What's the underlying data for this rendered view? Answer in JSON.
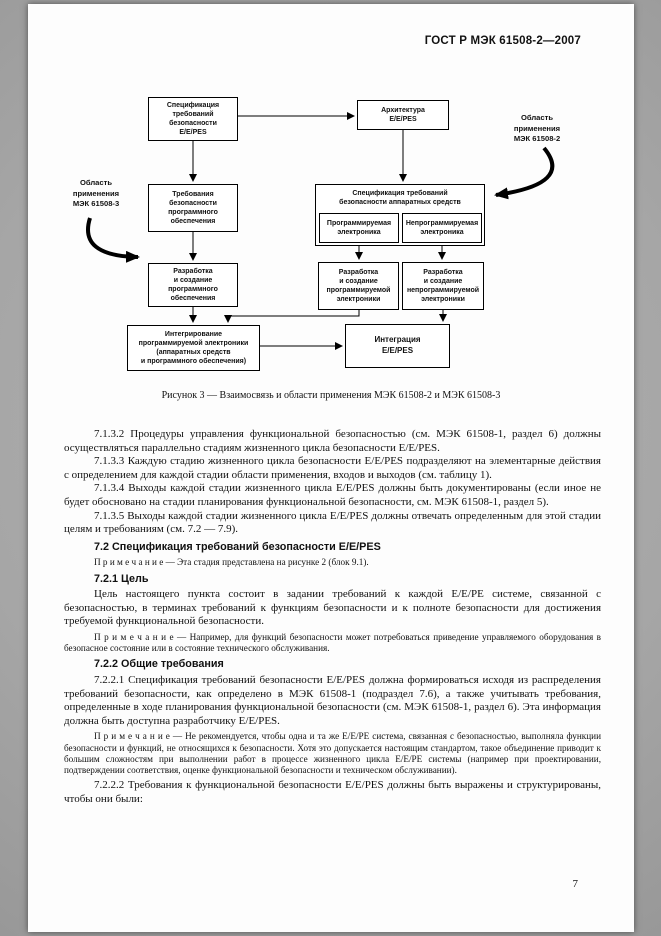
{
  "page": {
    "header": "ГОСТ Р МЭК 61508-2—2007",
    "page_number": "7"
  },
  "figure": {
    "caption": "Рисунок 3 — Взаимосвязь и области применения МЭК 61508-2 и МЭК 61508-3",
    "scope_left": "Область\nприменения\nМЭК 61508-3",
    "scope_right": "Область\nприменения\nМЭК 61508-2",
    "boxes": {
      "spec_epes": "Спецификация\nтребований\nбезопасности\nE/E/PES",
      "architecture": "Архитектура\nE/E/PES",
      "sw_requirements": "Требования\nбезопасности\nпрограммного\nобеспечения",
      "hw_spec_header": "Спецификация требований\nбезопасности аппаратных средств",
      "pe": "Программируемая\nэлектроника",
      "npe": "Непрограммируемая\nэлектроника",
      "sw_dev": "Разработка\nи создание\nпрограммного\nобеспечения",
      "pe_dev": "Разработка\nи создание\nпрограммируемой\nэлектроники",
      "npe_dev": "Разработка\nи создание\nнепрограммируемой\nэлектроники",
      "pe_integration": "Интегрирование\nпрограммируемой электроники\n(аппаратных средств\nи программного обеспечения)",
      "epes_integration": "Интеграция\nE/E/PES"
    }
  },
  "content": {
    "paragraphs": [
      {
        "style": "body",
        "text": "7.1.3.2 Процедуры управления функциональной безопасностью (см. МЭК 61508-1, раздел 6) должны осуществляться параллельно стадиям жизненного цикла безопасности E/E/PES."
      },
      {
        "style": "body",
        "text": "7.1.3.3 Каждую стадию жизненного цикла безопасности E/E/PES подразделяют на элементарные действия с определением для каждой стадии области применения, входов и выходов (см. таблицу 1)."
      },
      {
        "style": "body",
        "text": "7.1.3.4 Выходы каждой стадии жизненного цикла E/E/PES должны быть документированы (если иное не будет обосновано на стадии планирования функциональной безопасности, см. МЭК 61508-1, раздел 5)."
      },
      {
        "style": "body",
        "text": "7.1.3.5 Выходы каждой стадии жизненного цикла E/E/PES должны отвечать определенным для этой стадии целям и требованиям (см. 7.2 — 7.9)."
      },
      {
        "style": "heading",
        "text": "7.2 Спецификация требований безопасности E/E/PES"
      },
      {
        "style": "note",
        "text": "П р и м е ч а н и е — Эта стадия представлена на рисунке 2 (блок 9.1)."
      },
      {
        "style": "heading",
        "text": "7.2.1 Цель"
      },
      {
        "style": "body",
        "text": "Цель настоящего пункта состоит в задании требований к каждой E/E/PE системе, связанной с безопасностью, в терминах требований к функциям безопасности и к полноте безопасности для достижения требуемой функциональной безопасности."
      },
      {
        "style": "note",
        "text": "П р и м е ч а н и е — Например, для функций безопасности может потребоваться приведение управляемого оборудования в безопасное состояние или в состояние технического обслуживания."
      },
      {
        "style": "heading",
        "text": "7.2.2 Общие требования"
      },
      {
        "style": "body",
        "text": "7.2.2.1 Спецификация требований безопасности E/E/PES должна формироваться исходя из распределения требований безопасности, как определено в МЭК 61508-1 (подраздел 7.6), а также учитывать требования, определенные в ходе планирования функциональной безопасности (см. МЭК 61508-1, раздел 6). Эта информация должна быть доступна разработчику E/E/PES."
      },
      {
        "style": "note",
        "text": "П р и м е ч а н и е — Не рекомендуется, чтобы одна и та же E/E/PE система, связанная с безопасностью, выполняла функции безопасности и функций, не относящихся к безопасности. Хотя это допускается настоящим стандартом, такое объединение приводит к большим сложностям при выполнении работ в процессе жизненного цикла E/E/PE системы (например при проектировании, подтверждении соответствия, оценке функциональной безопасности и техническом обслуживании)."
      },
      {
        "style": "body",
        "text": "7.2.2.2 Требования к функциональной безопасности E/E/PES должны быть выражены и структурированы, чтобы они были:"
      }
    ]
  }
}
